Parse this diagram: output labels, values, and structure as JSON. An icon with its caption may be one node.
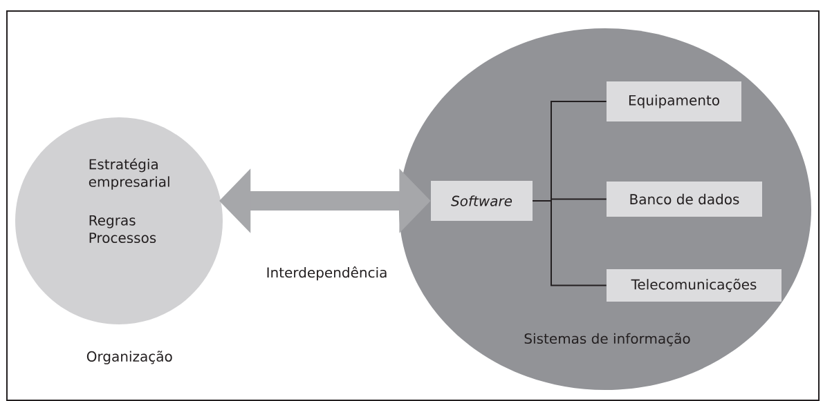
{
  "diagram": {
    "nodes": [
      {
        "text": [
          "Estratégia empresarial",
          "Regras Processos"
        ],
        "beside": [
          "Organização"
        ]
      },
      {
        "text": [
          "Sistemas de informação"
        ]
      },
      {
        "text": [
          "*Software*"
        ],
        "in": 1
      },
      {
        "text": [
          "Equipamento"
        ],
        "in": 1
      },
      {
        "text": [
          "Banco de dados"
        ],
        "in": 1
      },
      {
        "text": [
          "Telecomunicações"
        ],
        "in": 1
      }
    ],
    "edges": [
      {
        "from": 0,
        "to": 2,
        "arrow": "both",
        "label": "Interdependência",
        "style": "thick",
        "color": "#a6a7aa"
      },
      {
        "from": 2,
        "to": 3,
        "arrow": "none"
      },
      {
        "from": 2,
        "to": 4,
        "arrow": "none"
      },
      {
        "from": 2,
        "to": 5,
        "arrow": "none"
      }
    ]
  }
}
